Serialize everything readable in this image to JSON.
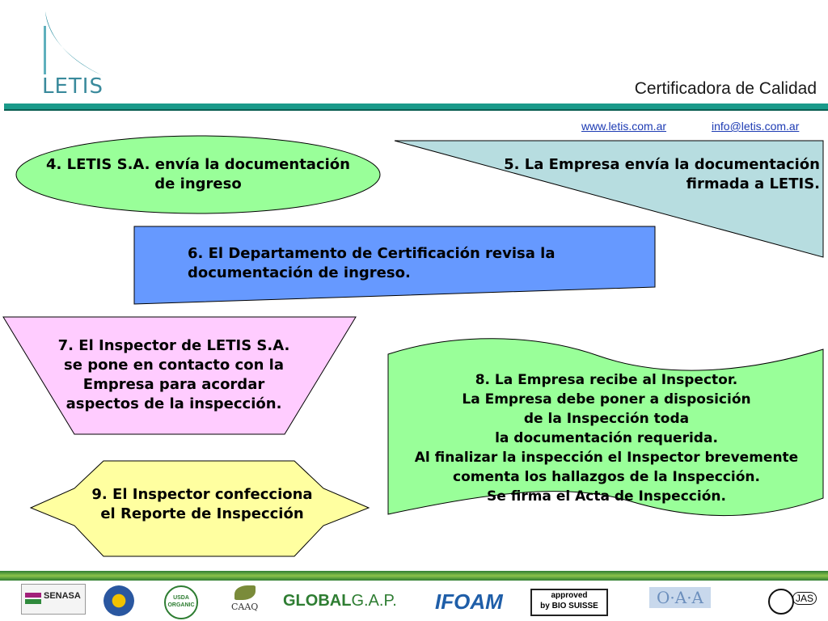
{
  "header": {
    "logo_text": "LETIS",
    "tagline": "Certificadora de Calidad",
    "website": "www.letis.com.ar",
    "email": "info@letis.com.ar"
  },
  "steps": {
    "step4": {
      "line1": "4. LETIS S.A. envía la documentación",
      "line2": "de ingreso"
    },
    "step5": {
      "line1": "5. La Empresa envía la documentación",
      "line2": "firmada a LETIS."
    },
    "step6": {
      "line1": "6. El Departamento de Certificación revisa la",
      "line2": "documentación de ingreso."
    },
    "step7": {
      "line1": "7. El Inspector de LETIS S.A.",
      "line2": "se pone en contacto con la",
      "line3": "Empresa para acordar",
      "line4": "aspectos de la inspección."
    },
    "step8": {
      "line1": "8. La Empresa recibe al Inspector.",
      "line2": "La Empresa debe poner a disposición",
      "line3": "de la Inspección toda",
      "line4": "la documentación  requerida.",
      "line5": "Al finalizar la inspección el Inspector brevemente",
      "line6": "comenta los hallazgos de la Inspección.",
      "line7": "Se firma el Acta de Inspección."
    },
    "step9": {
      "line1": "9. El Inspector confecciona",
      "line2": "el Reporte de Inspección"
    }
  },
  "footer": {
    "senasa": "SENASA",
    "usda": "USDA ORGANIC",
    "caaq": "CAAQ",
    "globalgap_bold": "GLOBAL",
    "globalgap_rest": "G.A.P.",
    "ifoam": "IFOAM",
    "biosuisse_line1": "approved",
    "biosuisse_line2": "by BIO SUISSE",
    "oaa": "O·A·A",
    "jas": "JAS"
  },
  "colors": {
    "ellipse_fill": "#99ff99",
    "triangle_fill": "#b7dde0",
    "rectangle_fill": "#6699ff",
    "trapezoid_fill": "#ffccff",
    "wave_fill": "#99ff99",
    "hexagon_fill": "#ffffa0",
    "header_bar": "#1a9a8a"
  }
}
